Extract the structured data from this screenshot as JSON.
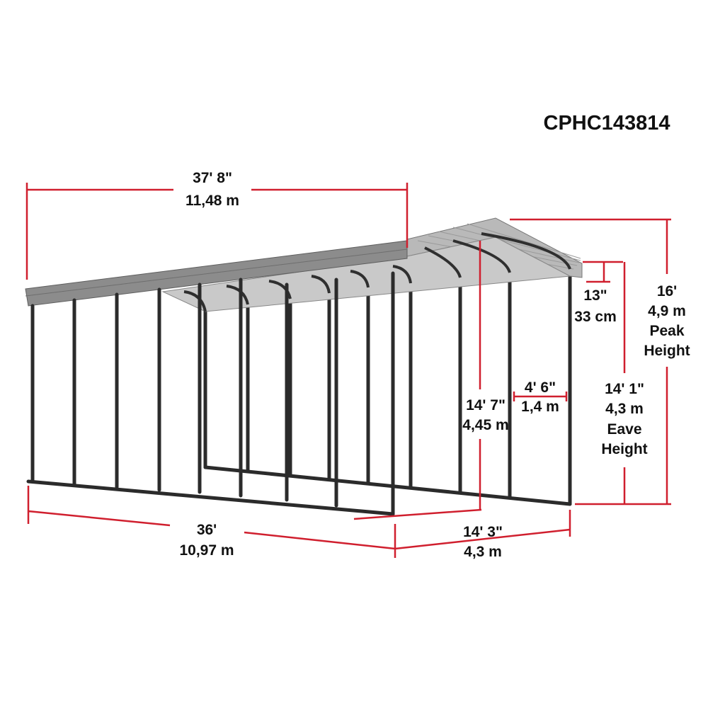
{
  "model": "CPHC143814",
  "dimensions": {
    "roof_length": {
      "imperial": "37' 8\"",
      "metric": "11,48 m"
    },
    "base_length": {
      "imperial": "36'",
      "metric": "10,97 m"
    },
    "width": {
      "imperial": "14' 3\"",
      "metric": "4,3 m"
    },
    "entry_height": {
      "imperial": "14' 7\"",
      "metric": "4,45 m"
    },
    "post_spacing": {
      "imperial": "4' 6\"",
      "metric": "1,4 m"
    },
    "overhang": {
      "imperial": "13\"",
      "metric": "33 cm"
    },
    "eave_height": {
      "imperial": "14' 1\"",
      "metric": "4,3 m",
      "label1": "Eave",
      "label2": "Height"
    },
    "peak_height": {
      "imperial": "16'",
      "metric": "4,9 m",
      "label1": "Peak",
      "label2": "Height"
    }
  },
  "colors": {
    "dimension_line": "#d01f2e",
    "frame": "#2b2b2b",
    "roof": "#8c8c8c"
  }
}
